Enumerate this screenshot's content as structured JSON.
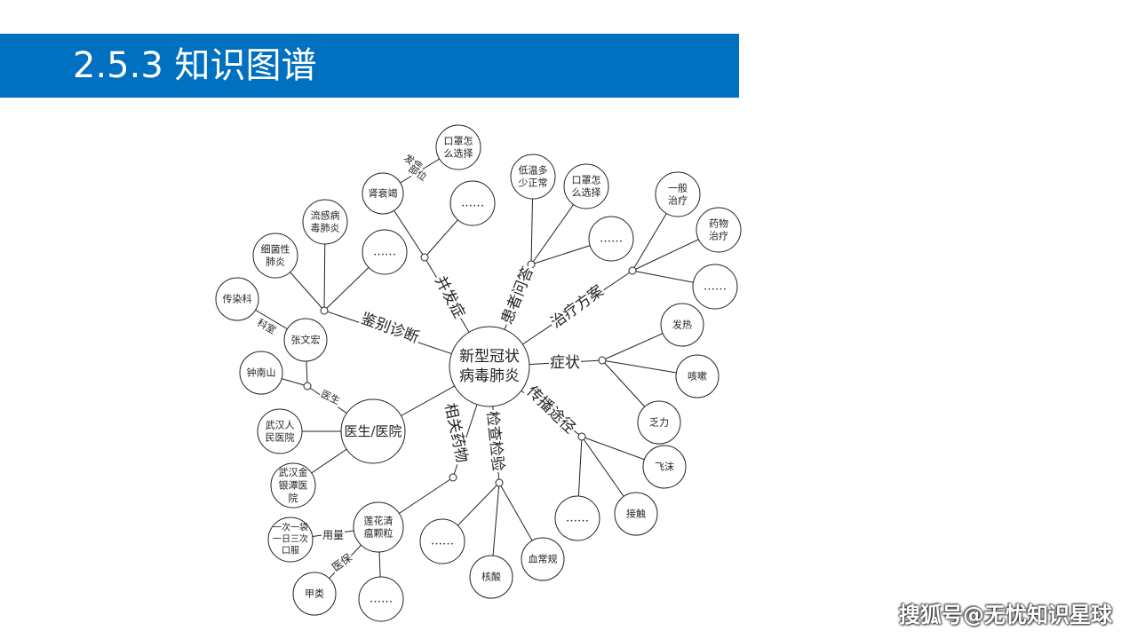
{
  "header": {
    "title": "2.5.3 知识图谱"
  },
  "watermark": "搜狐号@无忧知识星球",
  "colors": {
    "title_bar": "#0070c0",
    "line": "#222222",
    "node_fill": "#ffffff"
  },
  "nodes": [
    {
      "id": "center",
      "lines": [
        "新型冠状",
        "病毒肺炎"
      ]
    },
    {
      "id": "doctor",
      "lines": [
        "医生/医院"
      ]
    },
    {
      "id": "shuaijie",
      "lines": [
        "肾衰竭"
      ]
    },
    {
      "id": "mask1",
      "lines": [
        "口罩怎",
        "么选择"
      ]
    },
    {
      "id": "etc-complication",
      "lines": [
        "……"
      ]
    },
    {
      "id": "flu",
      "lines": [
        "流感病",
        "毒肺炎"
      ]
    },
    {
      "id": "bacterial",
      "lines": [
        "细菌性",
        "肺炎"
      ]
    },
    {
      "id": "etc-diagnosis",
      "lines": [
        "……"
      ]
    },
    {
      "id": "lowtemp",
      "lines": [
        "低温多",
        "少正常"
      ]
    },
    {
      "id": "mask2",
      "lines": [
        "口罩怎",
        "么选择"
      ]
    },
    {
      "id": "etc-qa",
      "lines": [
        "……"
      ]
    },
    {
      "id": "general",
      "lines": [
        "一般",
        "治疗"
      ]
    },
    {
      "id": "drugtreat",
      "lines": [
        "药物",
        "治疗"
      ]
    },
    {
      "id": "etc-treatment",
      "lines": [
        "……"
      ]
    },
    {
      "id": "fever",
      "lines": [
        "发热"
      ]
    },
    {
      "id": "cough",
      "lines": [
        "咳嗽"
      ]
    },
    {
      "id": "fatigue",
      "lines": [
        "乏力"
      ]
    },
    {
      "id": "droplet",
      "lines": [
        "飞沫"
      ]
    },
    {
      "id": "contact",
      "lines": [
        "接触"
      ]
    },
    {
      "id": "etc-transmission",
      "lines": [
        "……"
      ]
    },
    {
      "id": "infectious",
      "lines": [
        "传染科"
      ]
    },
    {
      "id": "zhang",
      "lines": [
        "张文宏"
      ]
    },
    {
      "id": "zhong",
      "lines": [
        "钟南山"
      ]
    },
    {
      "id": "wuhan-people",
      "lines": [
        "武汉人",
        "民医院"
      ]
    },
    {
      "id": "jinyintan",
      "lines": [
        "武汉金",
        "银潭医",
        "院"
      ]
    },
    {
      "id": "lianhua",
      "lines": [
        "莲花清",
        "瘟颗粒"
      ]
    },
    {
      "id": "dosage",
      "lines": [
        "一次一袋",
        "一日三次",
        "口服"
      ]
    },
    {
      "id": "classa",
      "lines": [
        "甲类"
      ]
    },
    {
      "id": "etc-drug",
      "lines": [
        "……"
      ]
    },
    {
      "id": "etc-exam",
      "lines": [
        "……"
      ]
    },
    {
      "id": "nucleic",
      "lines": [
        "核酸"
      ]
    },
    {
      "id": "blood",
      "lines": [
        "血常规"
      ]
    }
  ],
  "edge_labels": [
    {
      "id": "bingfa",
      "text": "并发症"
    },
    {
      "id": "huanzhe",
      "text": "患者问答"
    },
    {
      "id": "zhiliao",
      "text": "治疗方案"
    },
    {
      "id": "jianbie",
      "text": "鉴别诊断"
    },
    {
      "id": "zhengzhuang",
      "text": "症状"
    },
    {
      "id": "chuanbo",
      "text": "传播途径"
    },
    {
      "id": "xiangguan",
      "text": "相关药物"
    },
    {
      "id": "jiancha",
      "text": "检查检验"
    },
    {
      "id": "fabing",
      "text": "发病"
    },
    {
      "id": "buwei",
      "text": "部位"
    },
    {
      "id": "keshi",
      "text": "科室"
    },
    {
      "id": "yisheng",
      "text": "医生"
    },
    {
      "id": "yongliang",
      "text": "用量"
    },
    {
      "id": "yibao",
      "text": "医保"
    }
  ]
}
